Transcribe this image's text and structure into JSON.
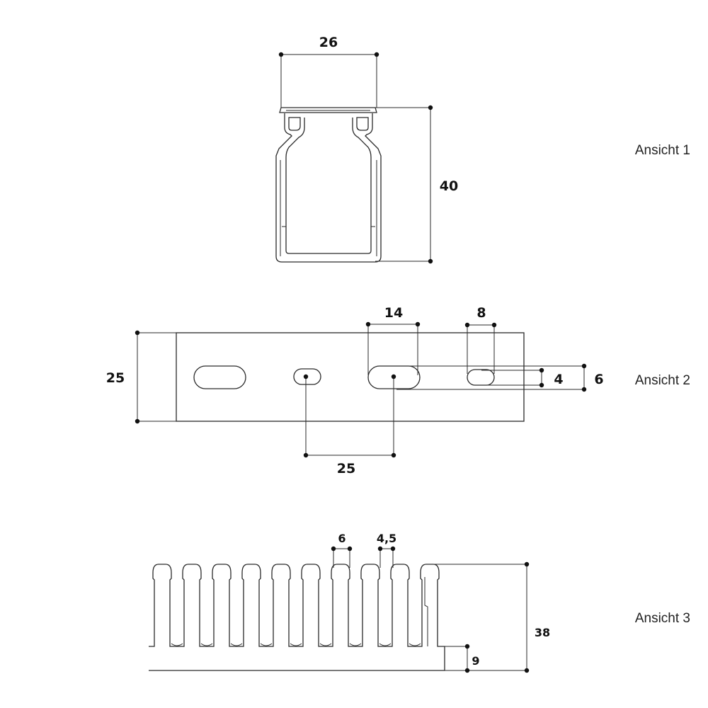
{
  "views": {
    "view1": {
      "label": "Ansicht 1",
      "dims": {
        "width": "26",
        "height": "40"
      }
    },
    "view2": {
      "label": "Ansicht 2",
      "dims": {
        "height": "25",
        "slot_length": "14",
        "small_slot_length": "8",
        "small_slot_height": "4",
        "slot_height": "6",
        "slot_spacing": "25"
      }
    },
    "view3": {
      "label": "Ansicht 3",
      "dims": {
        "finger_width": "6",
        "gap_width": "4,5",
        "height": "38",
        "base_height": "9"
      }
    }
  }
}
